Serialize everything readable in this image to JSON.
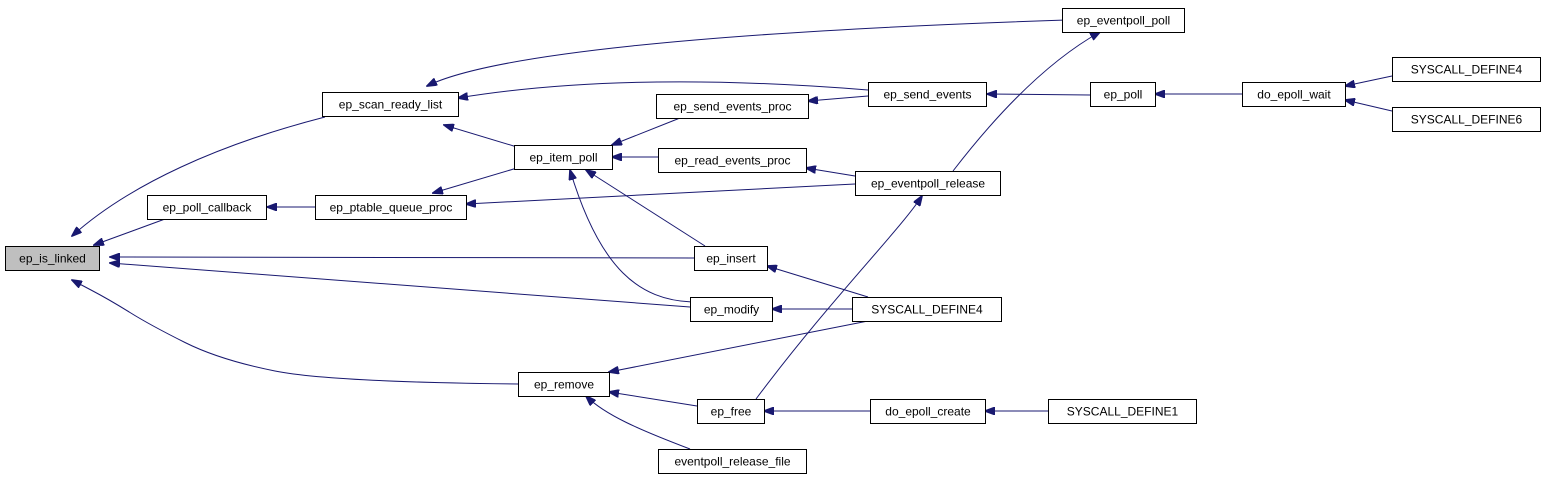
{
  "graph": {
    "colors": {
      "edge": "#191970",
      "node_fill": "#ffffff",
      "root_fill": "#bfbfbf",
      "border": "#000000"
    },
    "nodes": [
      {
        "id": "ep_is_linked",
        "label": "ep_is_linked",
        "root": true
      },
      {
        "id": "ep_scan_ready_list",
        "label": "ep_scan_ready_list"
      },
      {
        "id": "ep_poll_callback",
        "label": "ep_poll_callback"
      },
      {
        "id": "ep_ptable_queue_proc",
        "label": "ep_ptable_queue_proc"
      },
      {
        "id": "ep_item_poll",
        "label": "ep_item_poll"
      },
      {
        "id": "ep_remove",
        "label": "ep_remove"
      },
      {
        "id": "ep_send_events_proc",
        "label": "ep_send_events_proc"
      },
      {
        "id": "ep_read_events_proc",
        "label": "ep_read_events_proc"
      },
      {
        "id": "ep_insert",
        "label": "ep_insert"
      },
      {
        "id": "ep_modify",
        "label": "ep_modify"
      },
      {
        "id": "ep_free",
        "label": "ep_free"
      },
      {
        "id": "eventpoll_release_file",
        "label": "eventpoll_release_file"
      },
      {
        "id": "ep_eventpoll_poll",
        "label": "ep_eventpoll_poll"
      },
      {
        "id": "ep_send_events",
        "label": "ep_send_events"
      },
      {
        "id": "ep_eventpoll_release",
        "label": "ep_eventpoll_release"
      },
      {
        "id": "SYSCALL_DEFINE4_mid",
        "label": "SYSCALL_DEFINE4"
      },
      {
        "id": "do_epoll_create",
        "label": "do_epoll_create"
      },
      {
        "id": "ep_poll",
        "label": "ep_poll"
      },
      {
        "id": "SYSCALL_DEFINE1",
        "label": "SYSCALL_DEFINE1"
      },
      {
        "id": "do_epoll_wait",
        "label": "do_epoll_wait"
      },
      {
        "id": "SYSCALL_DEFINE4_right",
        "label": "SYSCALL_DEFINE4"
      },
      {
        "id": "SYSCALL_DEFINE6",
        "label": "SYSCALL_DEFINE6"
      }
    ],
    "edges": [
      {
        "from": "ep_scan_ready_list",
        "to": "ep_is_linked"
      },
      {
        "from": "ep_poll_callback",
        "to": "ep_is_linked"
      },
      {
        "from": "ep_insert",
        "to": "ep_is_linked"
      },
      {
        "from": "ep_modify",
        "to": "ep_is_linked"
      },
      {
        "from": "ep_remove",
        "to": "ep_is_linked"
      },
      {
        "from": "ep_eventpoll_poll",
        "to": "ep_scan_ready_list"
      },
      {
        "from": "ep_send_events",
        "to": "ep_scan_ready_list"
      },
      {
        "from": "ep_item_poll",
        "to": "ep_scan_ready_list"
      },
      {
        "from": "ep_ptable_queue_proc",
        "to": "ep_poll_callback"
      },
      {
        "from": "ep_item_poll",
        "to": "ep_ptable_queue_proc"
      },
      {
        "from": "ep_eventpoll_release",
        "to": "ep_ptable_queue_proc"
      },
      {
        "from": "ep_send_events_proc",
        "to": "ep_item_poll"
      },
      {
        "from": "ep_read_events_proc",
        "to": "ep_item_poll"
      },
      {
        "from": "ep_insert",
        "to": "ep_item_poll"
      },
      {
        "from": "ep_modify",
        "to": "ep_item_poll"
      },
      {
        "from": "ep_send_events",
        "to": "ep_send_events_proc"
      },
      {
        "from": "ep_eventpoll_release",
        "to": "ep_read_events_proc"
      },
      {
        "from": "ep_poll",
        "to": "ep_send_events"
      },
      {
        "from": "ep_eventpoll_release",
        "to": "ep_eventpoll_poll"
      },
      {
        "from": "SYSCALL_DEFINE4_mid",
        "to": "ep_insert"
      },
      {
        "from": "SYSCALL_DEFINE4_mid",
        "to": "ep_modify"
      },
      {
        "from": "SYSCALL_DEFINE4_mid",
        "to": "ep_remove"
      },
      {
        "from": "ep_free",
        "to": "ep_remove"
      },
      {
        "from": "eventpoll_release_file",
        "to": "ep_remove"
      },
      {
        "from": "ep_free",
        "to": "ep_eventpoll_release"
      },
      {
        "from": "do_epoll_create",
        "to": "ep_free"
      },
      {
        "from": "SYSCALL_DEFINE1",
        "to": "do_epoll_create"
      },
      {
        "from": "do_epoll_wait",
        "to": "ep_poll"
      },
      {
        "from": "SYSCALL_DEFINE4_right",
        "to": "do_epoll_wait"
      },
      {
        "from": "SYSCALL_DEFINE6",
        "to": "do_epoll_wait"
      }
    ]
  }
}
